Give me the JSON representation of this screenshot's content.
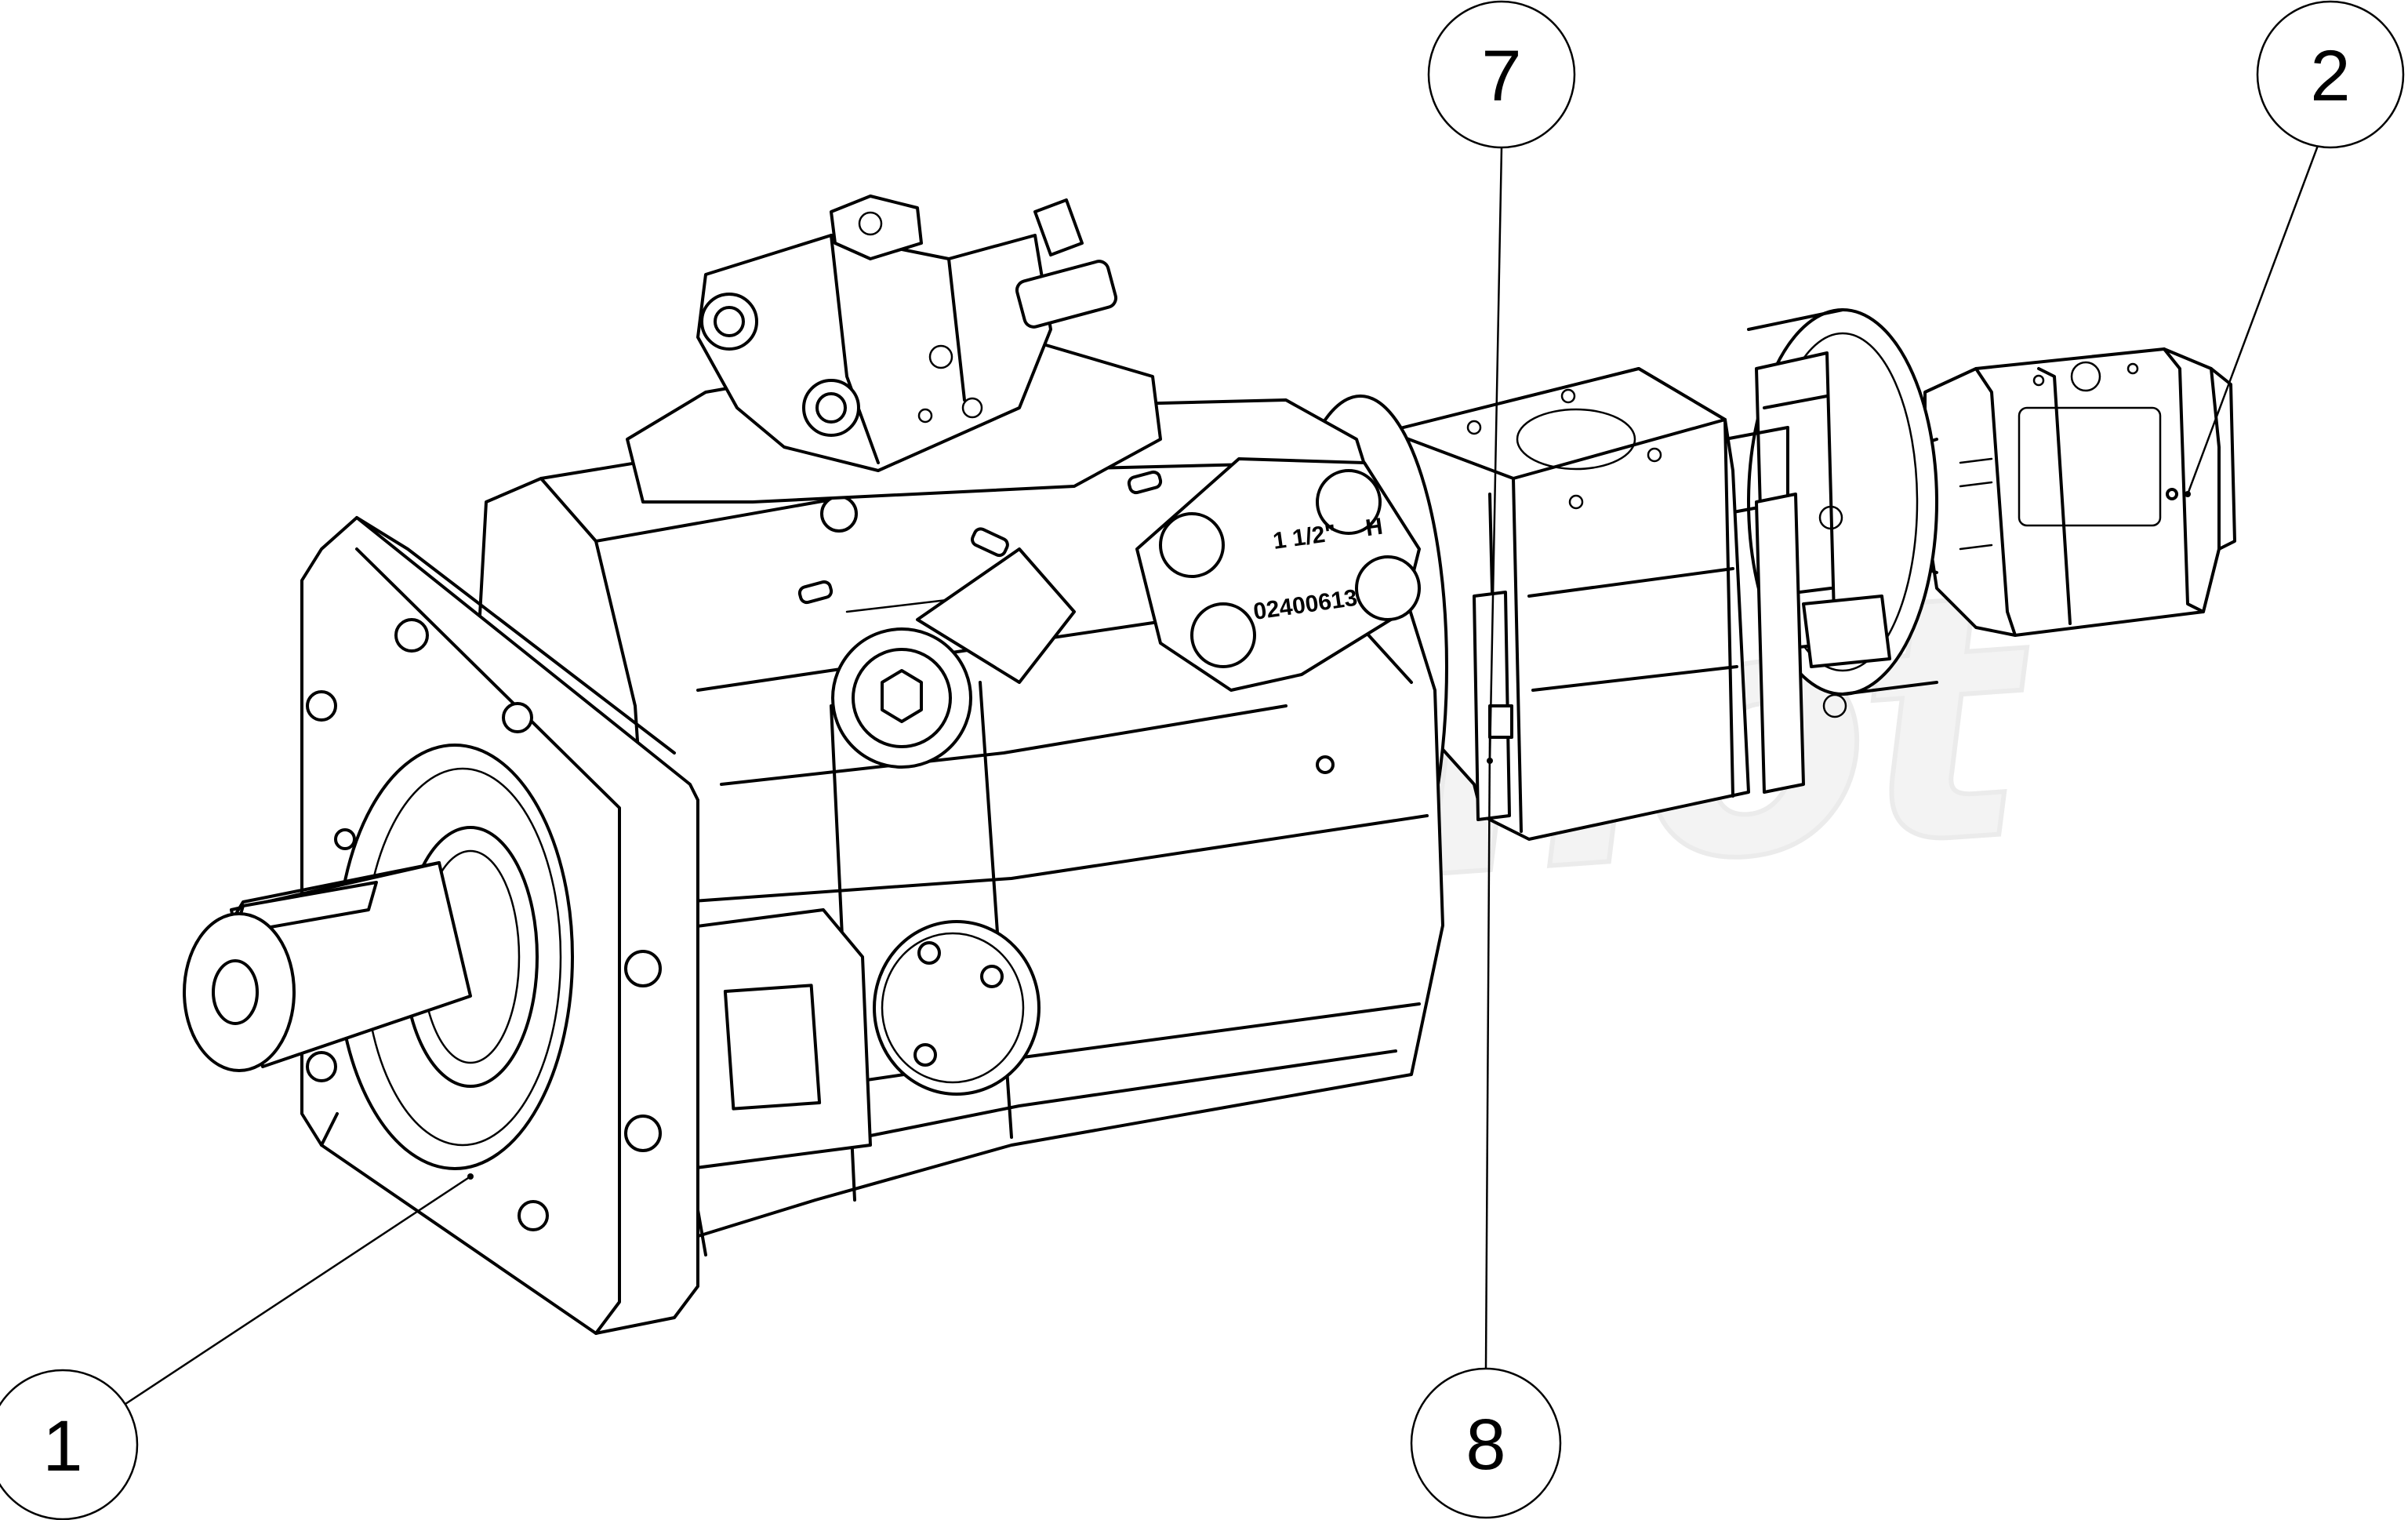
{
  "watermark": "Wpamot",
  "flange_marking": {
    "size": "1 1/2\"",
    "type": "H",
    "serial": "02400613"
  },
  "callouts": [
    {
      "id": "callout-1",
      "label": "1"
    },
    {
      "id": "callout-2",
      "label": "2"
    },
    {
      "id": "callout-7",
      "label": "7"
    },
    {
      "id": "callout-8",
      "label": "8"
    }
  ]
}
